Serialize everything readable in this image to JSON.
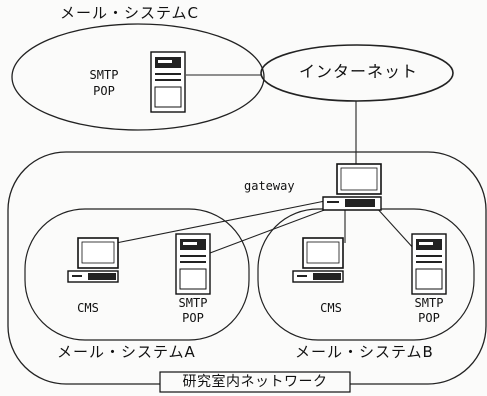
{
  "systems": {
    "c": {
      "title": "メール・システムC",
      "server_label_1": "SMTP",
      "server_label_2": "POP"
    },
    "a": {
      "title": "メール・システムA",
      "client_label": "CMS",
      "server_label_1": "SMTP",
      "server_label_2": "POP"
    },
    "b": {
      "title": "メール・システムB",
      "client_label": "CMS",
      "server_label_1": "SMTP",
      "server_label_2": "POP"
    }
  },
  "internet": {
    "label": "インターネット"
  },
  "gateway": {
    "label": "gateway"
  },
  "lab_network": {
    "label": "研究室内ネットワーク"
  },
  "icons": [
    "server-tower-icon",
    "desktop-pc-icon",
    "cloud-ellipse"
  ]
}
